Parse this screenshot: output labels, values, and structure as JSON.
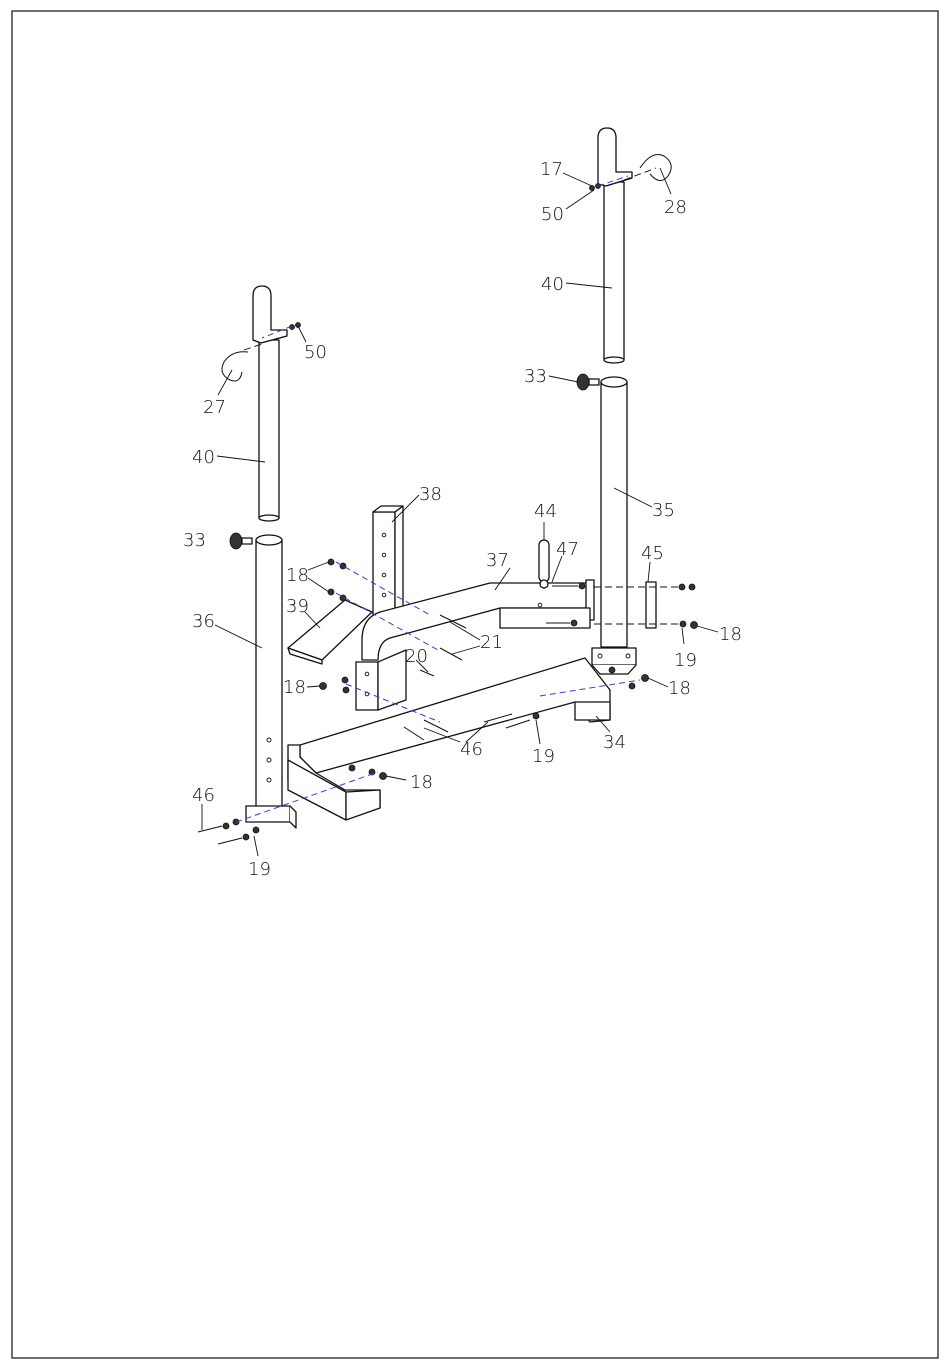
{
  "colors": {
    "line": "#111111",
    "alignment_dash": "#3b3bd6",
    "background": "#ffffff"
  },
  "callouts": [
    {
      "id": "c17",
      "text": "17"
    },
    {
      "id": "c50a",
      "text": "50"
    },
    {
      "id": "c28",
      "text": "28"
    },
    {
      "id": "c40a",
      "text": "40"
    },
    {
      "id": "c33a",
      "text": "33"
    },
    {
      "id": "c50b",
      "text": "50"
    },
    {
      "id": "c27",
      "text": "27"
    },
    {
      "id": "c40b",
      "text": "40"
    },
    {
      "id": "c38",
      "text": "38"
    },
    {
      "id": "c35",
      "text": "35"
    },
    {
      "id": "c44",
      "text": "44"
    },
    {
      "id": "c47",
      "text": "47"
    },
    {
      "id": "c45",
      "text": "45"
    },
    {
      "id": "c33b",
      "text": "33"
    },
    {
      "id": "c37",
      "text": "37"
    },
    {
      "id": "c18a",
      "text": "18"
    },
    {
      "id": "c39",
      "text": "39"
    },
    {
      "id": "c36",
      "text": "36"
    },
    {
      "id": "c21",
      "text": "21"
    },
    {
      "id": "c20",
      "text": "20"
    },
    {
      "id": "c18b",
      "text": "18"
    },
    {
      "id": "c19a",
      "text": "19"
    },
    {
      "id": "c18c",
      "text": "18"
    },
    {
      "id": "c18d",
      "text": "18"
    },
    {
      "id": "c46a",
      "text": "46"
    },
    {
      "id": "c19b",
      "text": "19"
    },
    {
      "id": "c34",
      "text": "34"
    },
    {
      "id": "c18e",
      "text": "18"
    },
    {
      "id": "c46b",
      "text": "46"
    },
    {
      "id": "c19c",
      "text": "19"
    }
  ]
}
